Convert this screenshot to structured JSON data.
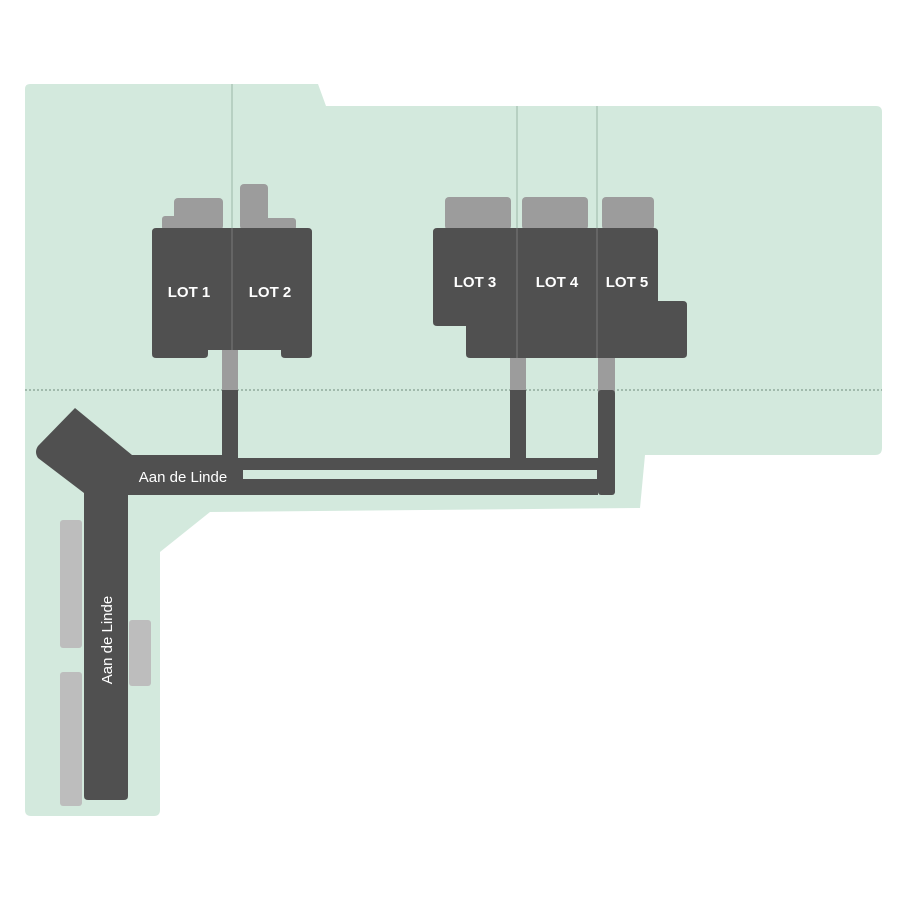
{
  "colors": {
    "plot": "#d3e9dd",
    "building": "#505050",
    "road": "#505050",
    "annex": "#9c9c9c",
    "parking": "#bdbdbd",
    "parcel_line": "#9bb8a7",
    "background": "#ffffff"
  },
  "lots": [
    {
      "id": "lot-1",
      "label": "LOT 1"
    },
    {
      "id": "lot-2",
      "label": "LOT 2"
    },
    {
      "id": "lot-3",
      "label": "LOT 3"
    },
    {
      "id": "lot-4",
      "label": "LOT 4"
    },
    {
      "id": "lot-5",
      "label": "LOT 5"
    }
  ],
  "streets": {
    "horizontal": "Aan de Linde",
    "vertical": "Aan de Linde"
  }
}
